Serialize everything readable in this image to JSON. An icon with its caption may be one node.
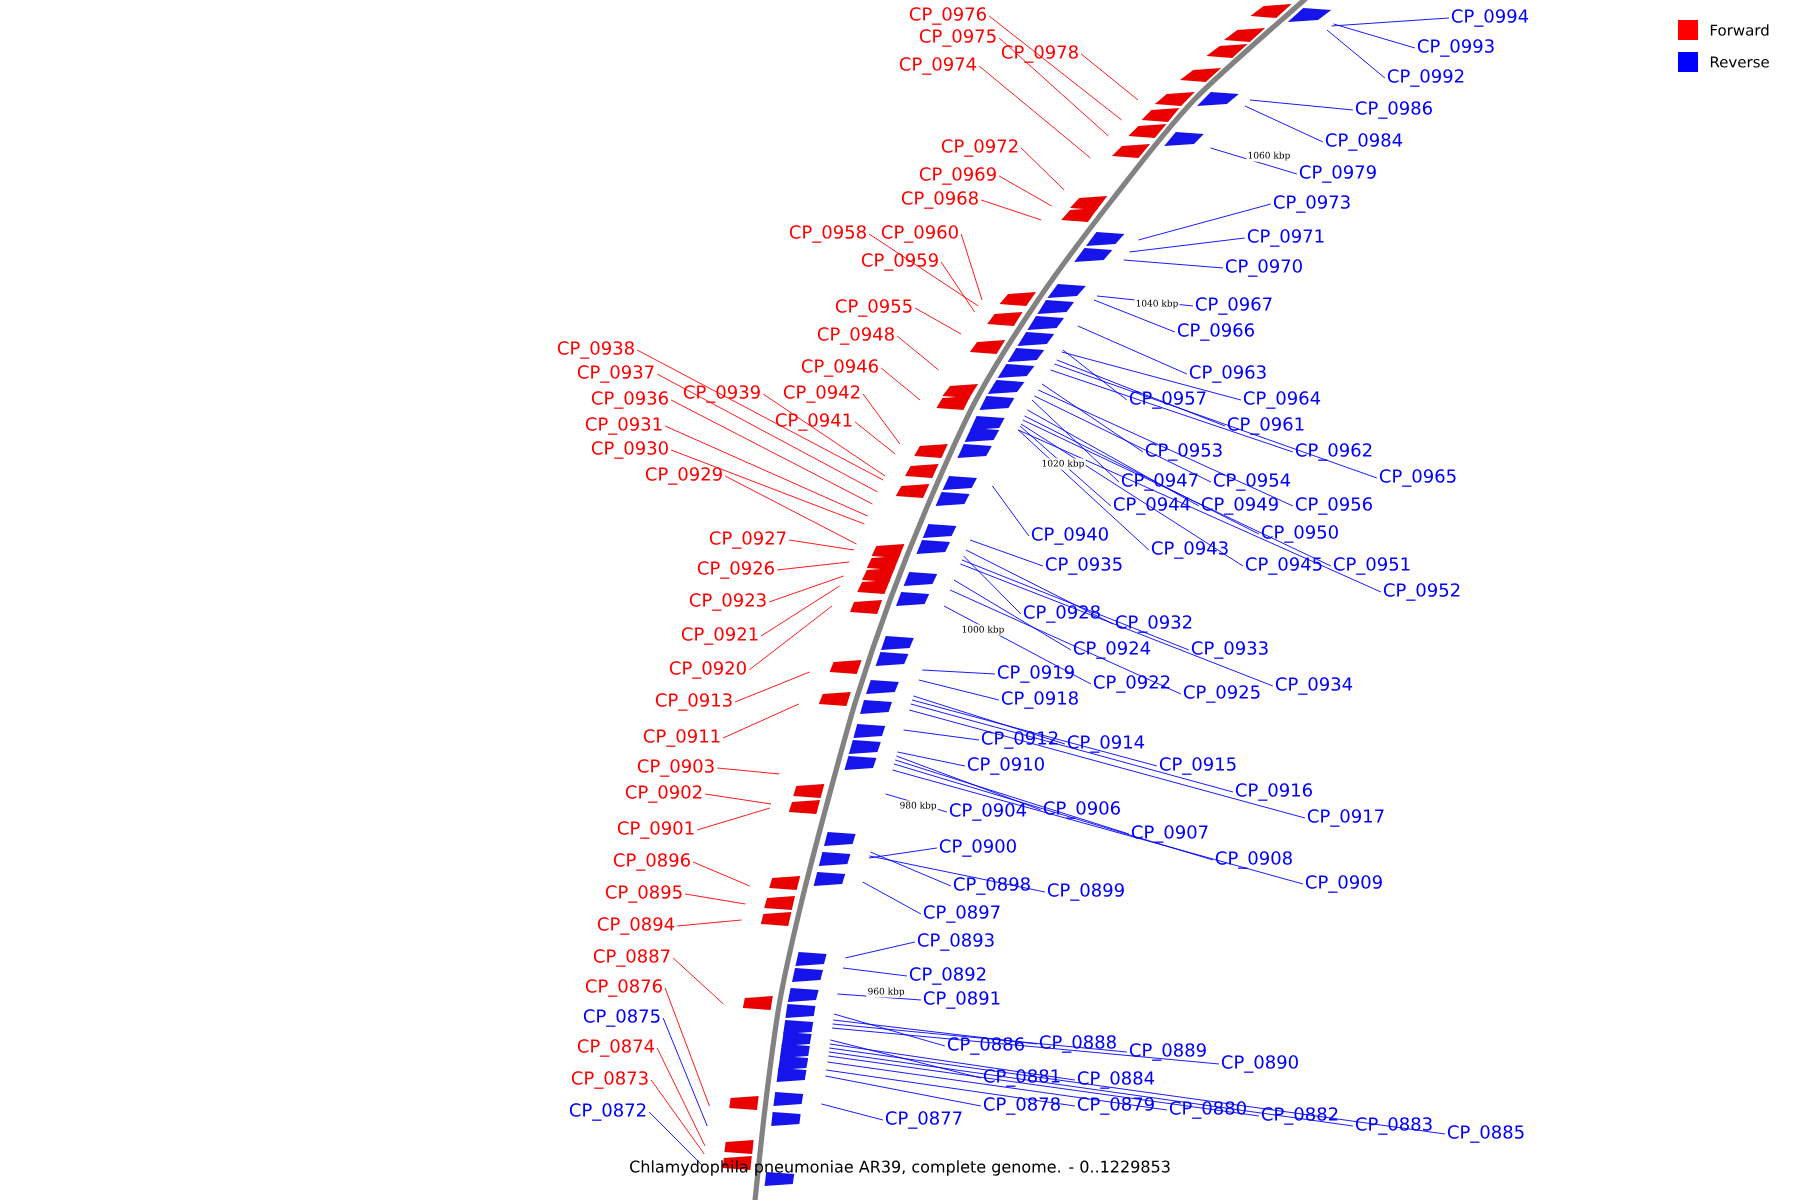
{
  "diagram": {
    "caption": "Chlamydophila pneumoniae AR39, complete genome. - 0..1229853",
    "nodes": [
      {
        "text": [
          "CP_0976"
        ]
      },
      {
        "text": [
          "CP_0975"
        ]
      },
      {
        "text": [
          "CP_0978"
        ]
      },
      {
        "text": [
          "CP_0974"
        ]
      },
      {
        "text": [
          "CP_0972"
        ]
      },
      {
        "text": [
          "CP_0969"
        ]
      },
      {
        "text": [
          "CP_0968"
        ]
      },
      {
        "text": [
          "CP_0958"
        ]
      },
      {
        "text": [
          "CP_0960"
        ]
      },
      {
        "text": [
          "CP_0959"
        ]
      },
      {
        "text": [
          "CP_0955"
        ]
      },
      {
        "text": [
          "CP_0948"
        ]
      },
      {
        "text": [
          "CP_0946"
        ]
      },
      {
        "text": [
          "CP_0942"
        ]
      },
      {
        "text": [
          "CP_0938"
        ]
      },
      {
        "text": [
          "CP_0937"
        ]
      },
      {
        "text": [
          "CP_0936"
        ]
      },
      {
        "text": [
          "CP_0939"
        ]
      },
      {
        "text": [
          "CP_0931"
        ]
      },
      {
        "text": [
          "CP_0941"
        ]
      },
      {
        "text": [
          "CP_0930"
        ]
      },
      {
        "text": [
          "CP_0929"
        ]
      },
      {
        "text": [
          "CP_0927"
        ]
      },
      {
        "text": [
          "CP_0926"
        ]
      },
      {
        "text": [
          "CP_0923"
        ]
      },
      {
        "text": [
          "CP_0921"
        ]
      },
      {
        "text": [
          "CP_0920"
        ]
      },
      {
        "text": [
          "CP_0913"
        ]
      },
      {
        "text": [
          "CP_0911"
        ]
      },
      {
        "text": [
          "CP_0903"
        ]
      },
      {
        "text": [
          "CP_0902"
        ]
      },
      {
        "text": [
          "CP_0901"
        ]
      },
      {
        "text": [
          "CP_0896"
        ]
      },
      {
        "text": [
          "CP_0895"
        ]
      },
      {
        "text": [
          "CP_0894"
        ]
      },
      {
        "text": [
          "CP_0887"
        ]
      },
      {
        "text": [
          "CP_0876"
        ]
      },
      {
        "text": [
          "CP_0875"
        ]
      },
      {
        "text": [
          "CP_0874"
        ]
      },
      {
        "text": [
          "CP_0873"
        ]
      },
      {
        "text": [
          "CP_0872"
        ]
      },
      {
        "text": [
          "CP_0994"
        ]
      },
      {
        "text": [
          "CP_0993"
        ]
      },
      {
        "text": [
          "CP_0992"
        ]
      },
      {
        "text": [
          "CP_0986"
        ]
      },
      {
        "text": [
          "CP_0984"
        ]
      },
      {
        "text": [
          "CP_0979"
        ]
      },
      {
        "text": [
          "CP_0973"
        ]
      },
      {
        "text": [
          "CP_0971"
        ]
      },
      {
        "text": [
          "CP_0970"
        ]
      },
      {
        "text": [
          "CP_0967"
        ]
      },
      {
        "text": [
          "CP_0966"
        ]
      },
      {
        "text": [
          "CP_0963"
        ]
      },
      {
        "text": [
          "CP_0957"
        ]
      },
      {
        "text": [
          "CP_0964"
        ]
      },
      {
        "text": [
          "CP_0961"
        ]
      },
      {
        "text": [
          "CP_0953"
        ]
      },
      {
        "text": [
          "CP_0962"
        ]
      },
      {
        "text": [
          "CP_0965"
        ]
      },
      {
        "text": [
          "CP_0947"
        ]
      },
      {
        "text": [
          "CP_0954"
        ]
      },
      {
        "text": [
          "CP_0944"
        ]
      },
      {
        "text": [
          "CP_0949"
        ]
      },
      {
        "text": [
          "CP_0956"
        ]
      },
      {
        "text": [
          "CP_0950"
        ]
      },
      {
        "text": [
          "CP_0940"
        ]
      },
      {
        "text": [
          "CP_0943"
        ]
      },
      {
        "text": [
          "CP_0945"
        ]
      },
      {
        "text": [
          "CP_0951"
        ]
      },
      {
        "text": [
          "CP_0952"
        ]
      },
      {
        "text": [
          "CP_0935"
        ]
      },
      {
        "text": [
          "CP_0928"
        ]
      },
      {
        "text": [
          "CP_0932"
        ]
      },
      {
        "text": [
          "CP_0933"
        ]
      },
      {
        "text": [
          "CP_0934"
        ]
      },
      {
        "text": [
          "CP_0924"
        ]
      },
      {
        "text": [
          "CP_0919"
        ]
      },
      {
        "text": [
          "CP_0922"
        ]
      },
      {
        "text": [
          "CP_0925"
        ]
      },
      {
        "text": [
          "CP_0918"
        ]
      },
      {
        "text": [
          "CP_0912"
        ]
      },
      {
        "text": [
          "CP_0914"
        ]
      },
      {
        "text": [
          "CP_0915"
        ]
      },
      {
        "text": [
          "CP_0916"
        ]
      },
      {
        "text": [
          "CP_0917"
        ]
      },
      {
        "text": [
          "CP_0910"
        ]
      },
      {
        "text": [
          "CP_0904"
        ]
      },
      {
        "text": [
          "CP_0906"
        ]
      },
      {
        "text": [
          "CP_0907"
        ]
      },
      {
        "text": [
          "CP_0908"
        ]
      },
      {
        "text": [
          "CP_0909"
        ]
      },
      {
        "text": [
          "CP_0900"
        ]
      },
      {
        "text": [
          "CP_0898"
        ]
      },
      {
        "text": [
          "CP_0899"
        ]
      },
      {
        "text": [
          "CP_0897"
        ]
      },
      {
        "text": [
          "CP_0893"
        ]
      },
      {
        "text": [
          "CP_0892"
        ]
      },
      {
        "text": [
          "CP_0891"
        ]
      },
      {
        "text": [
          "CP_0886"
        ]
      },
      {
        "text": [
          "CP_0888"
        ]
      },
      {
        "text": [
          "CP_0889"
        ]
      },
      {
        "text": [
          "CP_0890"
        ]
      },
      {
        "text": [
          "CP_0881"
        ]
      },
      {
        "text": [
          "CP_0884"
        ]
      },
      {
        "text": [
          "CP_0878"
        ]
      },
      {
        "text": [
          "CP_0879"
        ]
      },
      {
        "text": [
          "CP_0880"
        ]
      },
      {
        "text": [
          "CP_0882"
        ]
      },
      {
        "text": [
          "CP_0883"
        ]
      },
      {
        "text": [
          "CP_0885"
        ]
      },
      {
        "text": [
          "CP_0877"
        ]
      }
    ],
    "edges": [
      {
        "from": 0,
        "to": null,
        "arrow": "none",
        "color": "#ff0000"
      },
      {
        "from": 1,
        "to": null,
        "arrow": "none",
        "color": "#ff0000"
      },
      {
        "from": 2,
        "to": null,
        "arrow": "none",
        "color": "#ff0000"
      },
      {
        "from": 3,
        "to": null,
        "arrow": "none",
        "color": "#ff0000"
      },
      {
        "from": 4,
        "to": null,
        "arrow": "none",
        "color": "#ff0000"
      },
      {
        "from": 5,
        "to": null,
        "arrow": "none",
        "color": "#ff0000"
      },
      {
        "from": 6,
        "to": null,
        "arrow": "none",
        "color": "#ff0000"
      },
      {
        "from": 7,
        "to": null,
        "arrow": "none",
        "color": "#ff0000"
      },
      {
        "from": 8,
        "to": null,
        "arrow": "none",
        "color": "#ff0000"
      },
      {
        "from": 9,
        "to": null,
        "arrow": "none",
        "color": "#ff0000"
      },
      {
        "from": 10,
        "to": null,
        "arrow": "none",
        "color": "#ff0000"
      },
      {
        "from": 11,
        "to": null,
        "arrow": "none",
        "color": "#ff0000"
      },
      {
        "from": 12,
        "to": null,
        "arrow": "none",
        "color": "#ff0000"
      },
      {
        "from": 13,
        "to": null,
        "arrow": "none",
        "color": "#ff0000"
      },
      {
        "from": 14,
        "to": null,
        "arrow": "none",
        "color": "#ff0000"
      },
      {
        "from": 15,
        "to": null,
        "arrow": "none",
        "color": "#ff0000"
      },
      {
        "from": 16,
        "to": null,
        "arrow": "none",
        "color": "#ff0000"
      },
      {
        "from": 17,
        "to": null,
        "arrow": "none",
        "color": "#ff0000"
      },
      {
        "from": 18,
        "to": null,
        "arrow": "none",
        "color": "#ff0000"
      },
      {
        "from": 19,
        "to": null,
        "arrow": "none",
        "color": "#ff0000"
      },
      {
        "from": 20,
        "to": null,
        "arrow": "none",
        "color": "#ff0000"
      },
      {
        "from": 21,
        "to": null,
        "arrow": "none",
        "color": "#ff0000"
      },
      {
        "from": 22,
        "to": null,
        "arrow": "none",
        "color": "#ff0000"
      },
      {
        "from": 23,
        "to": null,
        "arrow": "none",
        "color": "#ff0000"
      },
      {
        "from": 24,
        "to": null,
        "arrow": "none",
        "color": "#ff0000"
      },
      {
        "from": 25,
        "to": null,
        "arrow": "none",
        "color": "#ff0000"
      },
      {
        "from": 26,
        "to": null,
        "arrow": "none",
        "color": "#ff0000"
      },
      {
        "from": 27,
        "to": null,
        "arrow": "none",
        "color": "#ff0000"
      },
      {
        "from": 28,
        "to": null,
        "arrow": "none",
        "color": "#ff0000"
      },
      {
        "from": 29,
        "to": null,
        "arrow": "none",
        "color": "#ff0000"
      },
      {
        "from": 30,
        "to": null,
        "arrow": "none",
        "color": "#ff0000"
      },
      {
        "from": 31,
        "to": null,
        "arrow": "none",
        "color": "#ff0000"
      },
      {
        "from": 32,
        "to": null,
        "arrow": "none",
        "color": "#ff0000"
      },
      {
        "from": 33,
        "to": null,
        "arrow": "none",
        "color": "#ff0000"
      },
      {
        "from": 34,
        "to": null,
        "arrow": "none",
        "color": "#ff0000"
      },
      {
        "from": 35,
        "to": null,
        "arrow": "none",
        "color": "#ff0000"
      },
      {
        "from": 36,
        "to": null,
        "arrow": "none",
        "color": "#ff0000"
      },
      {
        "from": 37,
        "to": null,
        "arrow": "none"
      },
      {
        "from": 38,
        "to": null,
        "arrow": "none",
        "color": "#ff0000"
      },
      {
        "from": 39,
        "to": null,
        "arrow": "none",
        "color": "#ff0000"
      },
      {
        "from": 40,
        "to": null,
        "arrow": "none"
      },
      {
        "from": 41,
        "to": null,
        "arrow": "none"
      },
      {
        "from": 42,
        "to": null,
        "arrow": "none"
      },
      {
        "from": 43,
        "to": null,
        "arrow": "none"
      },
      {
        "from": 44,
        "to": null,
        "arrow": "none"
      },
      {
        "from": 45,
        "to": null,
        "arrow": "none"
      },
      {
        "from": 46,
        "to": null,
        "arrow": "none"
      },
      {
        "from": 47,
        "to": null,
        "arrow": "none"
      },
      {
        "from": 48,
        "to": null,
        "arrow": "none"
      },
      {
        "from": 49,
        "to": null,
        "arrow": "none"
      },
      {
        "from": 50,
        "to": null,
        "arrow": "none"
      },
      {
        "from": 51,
        "to": null,
        "arrow": "none"
      },
      {
        "from": 52,
        "to": null,
        "arrow": "none"
      },
      {
        "from": 53,
        "to": null,
        "arrow": "none"
      },
      {
        "from": 54,
        "to": null,
        "arrow": "none"
      },
      {
        "from": 55,
        "to": null,
        "arrow": "none"
      },
      {
        "from": 56,
        "to": null,
        "arrow": "none"
      },
      {
        "from": 57,
        "to": null,
        "arrow": "none"
      },
      {
        "from": 58,
        "to": null,
        "arrow": "none"
      },
      {
        "from": 59,
        "to": null,
        "arrow": "none"
      },
      {
        "from": 60,
        "to": null,
        "arrow": "none"
      },
      {
        "from": 61,
        "to": null,
        "arrow": "none"
      },
      {
        "from": 62,
        "to": null,
        "arrow": "none"
      },
      {
        "from": 63,
        "to": null,
        "arrow": "none"
      },
      {
        "from": 64,
        "to": null,
        "arrow": "none"
      },
      {
        "from": 65,
        "to": null,
        "arrow": "none"
      },
      {
        "from": 66,
        "to": null,
        "arrow": "none"
      },
      {
        "from": 67,
        "to": null,
        "arrow": "none"
      },
      {
        "from": 68,
        "to": null,
        "arrow": "none"
      },
      {
        "from": 69,
        "to": null,
        "arrow": "none"
      },
      {
        "from": 70,
        "to": null,
        "arrow": "none"
      },
      {
        "from": 71,
        "to": null,
        "arrow": "none"
      },
      {
        "from": 72,
        "to": null,
        "arrow": "none"
      },
      {
        "from": 73,
        "to": null,
        "arrow": "none"
      },
      {
        "from": 74,
        "to": null,
        "arrow": "none"
      },
      {
        "from": 75,
        "to": null,
        "arrow": "none"
      },
      {
        "from": 76,
        "to": null,
        "arrow": "none"
      },
      {
        "from": 77,
        "to": null,
        "arrow": "none"
      },
      {
        "from": 78,
        "to": null,
        "arrow": "none"
      },
      {
        "from": 79,
        "to": null,
        "arrow": "none"
      },
      {
        "from": 80,
        "to": null,
        "arrow": "none"
      },
      {
        "from": 81,
        "to": null,
        "arrow": "none"
      },
      {
        "from": 82,
        "to": null,
        "arrow": "none"
      },
      {
        "from": 83,
        "to": null,
        "arrow": "none"
      },
      {
        "from": 84,
        "to": null,
        "arrow": "none"
      },
      {
        "from": 85,
        "to": null,
        "arrow": "none"
      },
      {
        "from": 86,
        "to": null,
        "arrow": "none"
      },
      {
        "from": 87,
        "to": null,
        "arrow": "none"
      },
      {
        "from": 88,
        "to": null,
        "arrow": "none"
      },
      {
        "from": 89,
        "to": null,
        "arrow": "none"
      },
      {
        "from": 90,
        "to": null,
        "arrow": "none"
      },
      {
        "from": 91,
        "to": null,
        "arrow": "none"
      },
      {
        "from": 92,
        "to": null,
        "arrow": "none"
      },
      {
        "from": 93,
        "to": null,
        "arrow": "none"
      },
      {
        "from": 94,
        "to": null,
        "arrow": "none"
      },
      {
        "from": 95,
        "to": null,
        "arrow": "none"
      },
      {
        "from": 96,
        "to": null,
        "arrow": "none"
      },
      {
        "from": 97,
        "to": null,
        "arrow": "none"
      },
      {
        "from": 98,
        "to": null,
        "arrow": "none"
      },
      {
        "from": 99,
        "to": null,
        "arrow": "none"
      },
      {
        "from": 100,
        "to": null,
        "arrow": "none"
      },
      {
        "from": 101,
        "to": null,
        "arrow": "none"
      },
      {
        "from": 102,
        "to": null,
        "arrow": "none"
      },
      {
        "from": 103,
        "to": null,
        "arrow": "none"
      },
      {
        "from": 104,
        "to": null,
        "arrow": "none"
      },
      {
        "from": 105,
        "to": null,
        "arrow": "none"
      },
      {
        "from": 106,
        "to": null,
        "arrow": "none"
      },
      {
        "from": 107,
        "to": null,
        "arrow": "none"
      },
      {
        "from": 108,
        "to": null,
        "arrow": "none"
      },
      {
        "from": 109,
        "to": null,
        "arrow": "none"
      },
      {
        "from": 110,
        "to": null,
        "arrow": "none"
      }
    ],
    "labels": [
      "1060 kbp",
      "1040 kbp",
      "1020 kbp",
      "1000 kbp",
      "980 kbp",
      "960 kbp"
    ],
    "legend": [
      {
        "text": "Forward",
        "color": "#ff0000"
      },
      {
        "text": "Reverse",
        "color": "#0000ff"
      }
    ]
  }
}
